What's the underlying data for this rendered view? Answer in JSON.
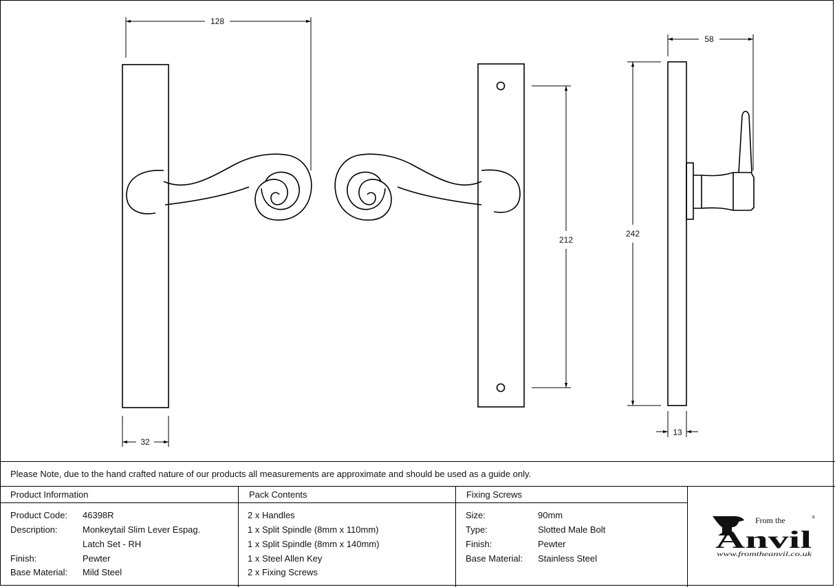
{
  "dimensions": {
    "handle_width": "128",
    "plate_width": "32",
    "hole_centres": "212",
    "plate_height": "242",
    "projection": "58",
    "plate_thickness": "13"
  },
  "note": "Please Note, due to the hand crafted nature of our products all measurements are approximate and should be used as a guide only.",
  "product_info": {
    "title": "Product Information",
    "rows": [
      {
        "label": "Product Code:",
        "value": "46398R"
      },
      {
        "label": "Description:",
        "value": "Monkeytail Slim Lever Espag."
      },
      {
        "label": "",
        "value": "Latch Set - RH"
      },
      {
        "label": "Finish:",
        "value": "Pewter"
      },
      {
        "label": "Base Material:",
        "value": "Mild Steel"
      }
    ]
  },
  "pack_contents": {
    "title": "Pack Contents",
    "items": [
      "2 x Handles",
      "1 x Split Spindle (8mm x 110mm)",
      "1 x Split Spindle (8mm x 140mm)",
      "1 x Steel Allen Key",
      "2 x Fixing Screws"
    ]
  },
  "fixing_screws": {
    "title": "Fixing Screws",
    "rows": [
      {
        "label": "Size:",
        "value": "90mm"
      },
      {
        "label": "Type:",
        "value": "Slotted Male Bolt"
      },
      {
        "label": "Finish:",
        "value": "Pewter"
      },
      {
        "label": "Base Material:",
        "value": "Stainless Steel"
      }
    ]
  },
  "logo": {
    "from_the": "From the",
    "brand": "Anvil",
    "registered": "®",
    "url": "www.fromtheanvil.co.uk"
  }
}
